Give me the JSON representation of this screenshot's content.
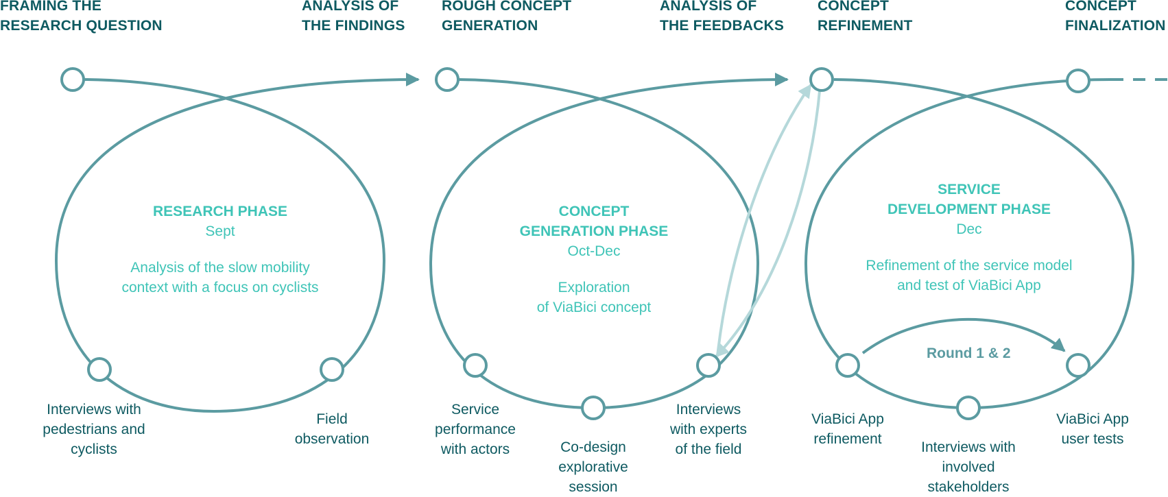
{
  "milestones": [
    {
      "lines": [
        "FRAMING THE",
        "RESEARCH QUESTION"
      ]
    },
    {
      "lines": [
        "ANALYSIS OF",
        "THE FINDINGS"
      ]
    },
    {
      "lines": [
        "ROUGH CONCEPT",
        "GENERATION"
      ]
    },
    {
      "lines": [
        "ANALYSIS OF",
        "THE FEEDBACKS"
      ]
    },
    {
      "lines": [
        "CONCEPT",
        "REFINEMENT"
      ]
    },
    {
      "lines": [
        "CONCEPT",
        "FINALIZATION"
      ]
    }
  ],
  "phases": [
    {
      "title": [
        "RESEARCH PHASE"
      ],
      "period": "Sept",
      "description": [
        "Analysis of the slow mobility",
        "context with a focus on cyclists"
      ]
    },
    {
      "title": [
        "CONCEPT",
        "GENERATION PHASE"
      ],
      "period": "Oct-Dec",
      "description": [
        "Exploration",
        "of ViaBici concept"
      ]
    },
    {
      "title": [
        "SERVICE",
        "DEVELOPMENT PHASE"
      ],
      "period": "Dec",
      "description": [
        "Refinement of the service model",
        "and test of ViaBici App"
      ]
    }
  ],
  "activities": [
    {
      "lines": [
        "Interviews with",
        "pedestrians and",
        "cyclists"
      ]
    },
    {
      "lines": [
        "Field",
        "observation"
      ]
    },
    {
      "lines": [
        "Service",
        "performance",
        "with actors"
      ]
    },
    {
      "lines": [
        "Co-design",
        "explorative",
        "session"
      ]
    },
    {
      "lines": [
        "Interviews",
        "with experts",
        "of the field"
      ]
    },
    {
      "lines": [
        "ViaBici App",
        "refinement"
      ]
    },
    {
      "lines": [
        "Interviews with",
        "involved",
        "stakeholders"
      ]
    },
    {
      "lines": [
        "ViaBici App",
        "user tests"
      ]
    }
  ],
  "round_label": "Round 1 & 2",
  "colors": {
    "loop": "#5b9ba1",
    "feedback_arrow": "#b5d8da",
    "milestone_text": "#0e5a61",
    "phase_text": "#3fc4b7",
    "activity_text": "#0e5a61"
  }
}
